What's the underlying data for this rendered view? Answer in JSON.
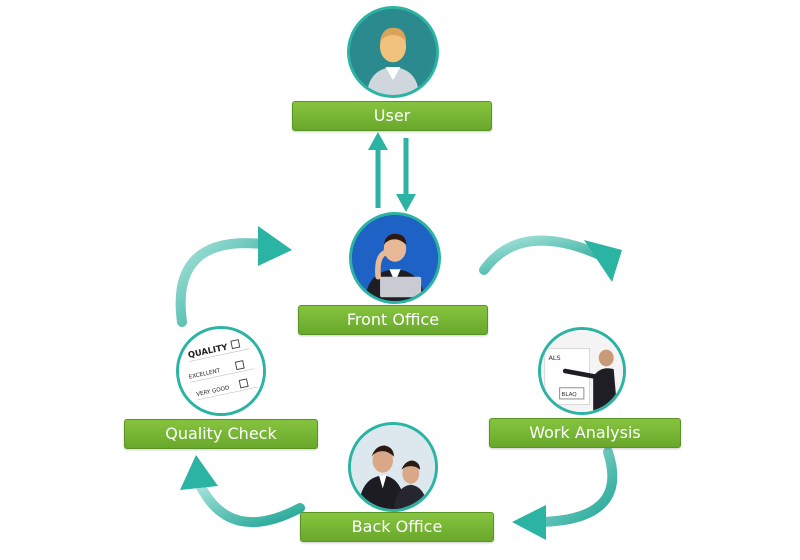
{
  "nodes": {
    "user": {
      "label": "User",
      "icon": "user-avatar-icon"
    },
    "front_office": {
      "label": "Front Office",
      "icon": "headset-operator-icon"
    },
    "work_analysis": {
      "label": "Work Analysis",
      "icon": "presenter-whiteboard-icon"
    },
    "back_office": {
      "label": "Back Office",
      "icon": "businessmen-icon"
    },
    "quality_check": {
      "label": "Quality Check",
      "icon": "checklist-form-icon",
      "form_lines": [
        "QUALITY",
        "EXCELLENT",
        "VERY GOOD"
      ]
    }
  },
  "whiteboard_text": [
    "ALS",
    "BLAQ"
  ],
  "colors": {
    "label_green": "#7ab935",
    "arrow_teal": "#2bb3a3",
    "circle_border": "#2bb3a3"
  }
}
